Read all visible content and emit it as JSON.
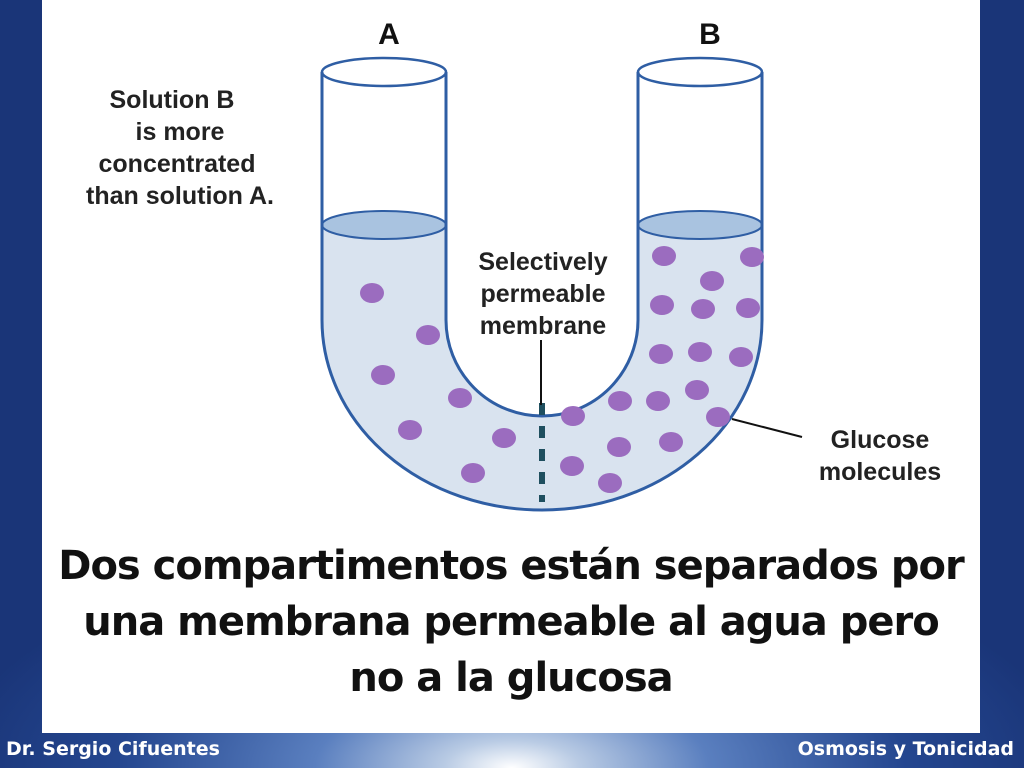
{
  "diagram": {
    "label_a": "A",
    "label_b": "B",
    "annotation_solution": [
      "Solution B",
      "is more",
      "concentrated",
      "than solution A."
    ],
    "annotation_membrane": [
      "Selectively",
      "permeable",
      "membrane"
    ],
    "annotation_glucose": [
      "Glucose",
      "molecules"
    ],
    "colors": {
      "liquid": "#d9e3ef",
      "liquid_surface": "#a9c3e0",
      "tube_outline": "#2f5ea4",
      "glucose": "#9b6cbf",
      "membrane": "#1f4f5f"
    }
  },
  "caption": {
    "line1": "Dos compartimentos están separados por",
    "line2": "una membrana permeable al agua pero",
    "line3": "no a la glucosa"
  },
  "footer": {
    "author": "Dr. Sergio Cifuentes",
    "topic": "Osmosis y Tonicidad"
  }
}
